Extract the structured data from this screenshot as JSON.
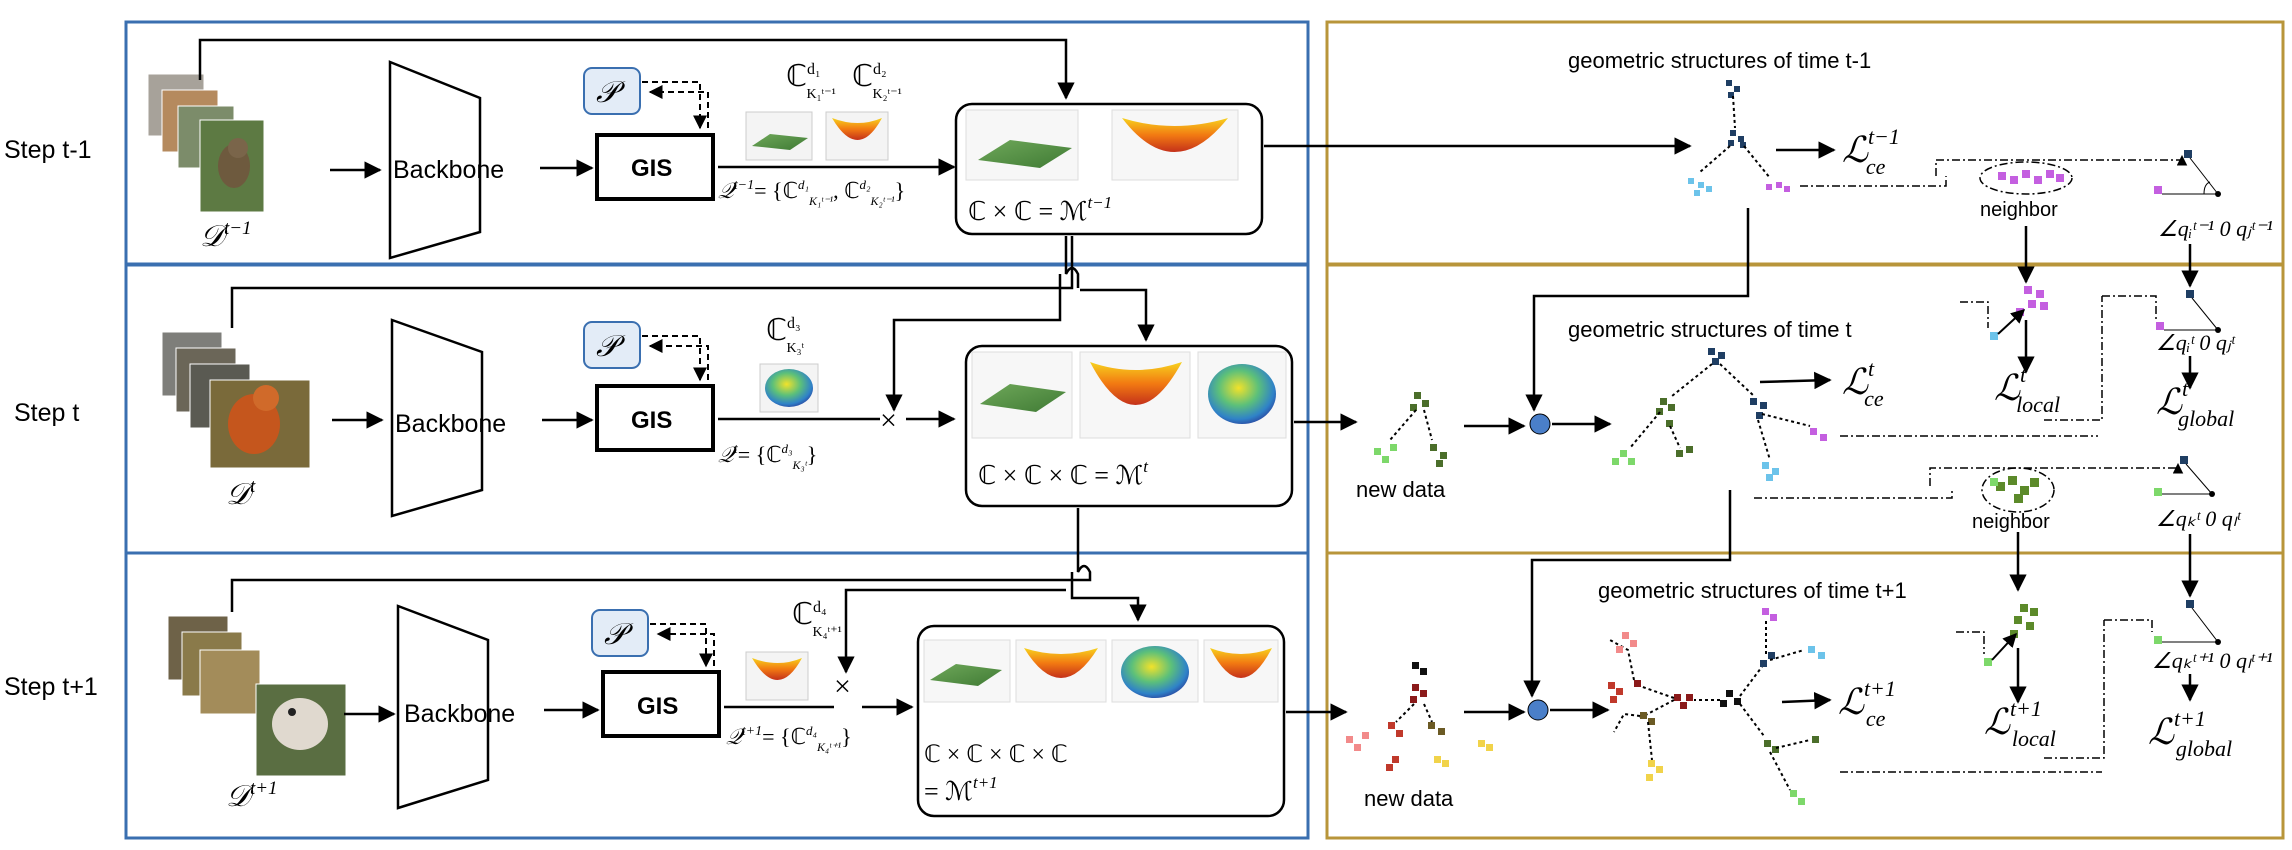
{
  "steps": [
    {
      "label": "Step t-1",
      "dataset": "𝒟",
      "dataset_sup": "t−1",
      "backbone": "Backbone",
      "gis": "GIS",
      "P": "𝒫",
      "q_text": "𝒬",
      "q_sup": "t−1",
      "q_body": "= {ℂ",
      "q_tail": ", ℂ",
      "q_end": "}",
      "comp_labels": [
        "ℂ",
        "ℂ"
      ],
      "comp_sups": [
        "d₁",
        "d₂"
      ],
      "comp_subs": [
        "K₁ᵗ⁻¹",
        "K₂ᵗ⁻¹"
      ],
      "manifold_text": "ℂ × ℂ = ℳ",
      "manifold_sup": "t−1"
    },
    {
      "label": "Step t",
      "dataset": "𝒟",
      "dataset_sup": "t",
      "backbone": "Backbone",
      "gis": "GIS",
      "P": "𝒫",
      "q_text": "𝒬",
      "q_sup": "t",
      "q_body": "= {ℂ",
      "q_end": "}",
      "comp_labels": [
        "ℂ"
      ],
      "comp_sups": [
        "d₃"
      ],
      "comp_subs": [
        "K₃ᵗ"
      ],
      "manifold_text": "ℂ × ℂ × ℂ = ℳ",
      "manifold_sup": "t"
    },
    {
      "label": "Step t+1",
      "dataset": "𝒟",
      "dataset_sup": "t+1",
      "backbone": "Backbone",
      "gis": "GIS",
      "P": "𝒫",
      "q_text": "𝒬",
      "q_sup": "t+1",
      "q_body": "= {ℂ",
      "q_end": "}",
      "comp_labels": [
        "ℂ"
      ],
      "comp_sups": [
        "d₄"
      ],
      "comp_subs": [
        "K₄ᵗ⁺¹"
      ],
      "manifold_text": "ℂ × ℂ × ℂ × ℂ",
      "manifold_text2": "= ℳ",
      "manifold_sup": "t+1"
    }
  ],
  "right": {
    "geo_titles": [
      "geometric structures of time t-1",
      "geometric structures of time t",
      "geometric structures of time t+1"
    ],
    "neighbor": "neighbor",
    "new_data": "new data",
    "losses": {
      "ce_prev": {
        "base": "ℒ",
        "sup": "t−1",
        "sub": "ce"
      },
      "ce_t": {
        "base": "ℒ",
        "sup": "t",
        "sub": "ce"
      },
      "ce_next": {
        "base": "ℒ",
        "sup": "t+1",
        "sub": "ce"
      },
      "local_t": {
        "base": "ℒ",
        "sup": "t",
        "sub": "local"
      },
      "local_next": {
        "base": "ℒ",
        "sup": "t+1",
        "sub": "local"
      },
      "global_t": {
        "base": "ℒ",
        "sup": "t",
        "sub": "global"
      },
      "global_next": {
        "base": "ℒ",
        "sup": "t+1",
        "sub": "global"
      }
    },
    "angles": [
      "∠qᵢᵗ⁻¹ 0 qⱼᵗ⁻¹",
      "∠qᵢᵗ 0 qⱼᵗ",
      "∠qₖᵗ 0 qₗᵗ",
      "∠qₖᵗ⁺¹ 0 qₗᵗ⁺¹"
    ],
    "times_symbol": "×"
  },
  "colors": {
    "left_border": "#3a6fb0",
    "right_border": "#b8953a",
    "dark_blue": "#1f3e63",
    "light_blue": "#6cc3ea",
    "purple": "#c45fe0",
    "green_dark": "#4b6e2a",
    "green_light": "#7dd86a",
    "red": "#c0392b",
    "pink": "#f28a8a",
    "gold": "#c99a2e",
    "yellow": "#f1d34a",
    "olive": "#6b7d24"
  }
}
